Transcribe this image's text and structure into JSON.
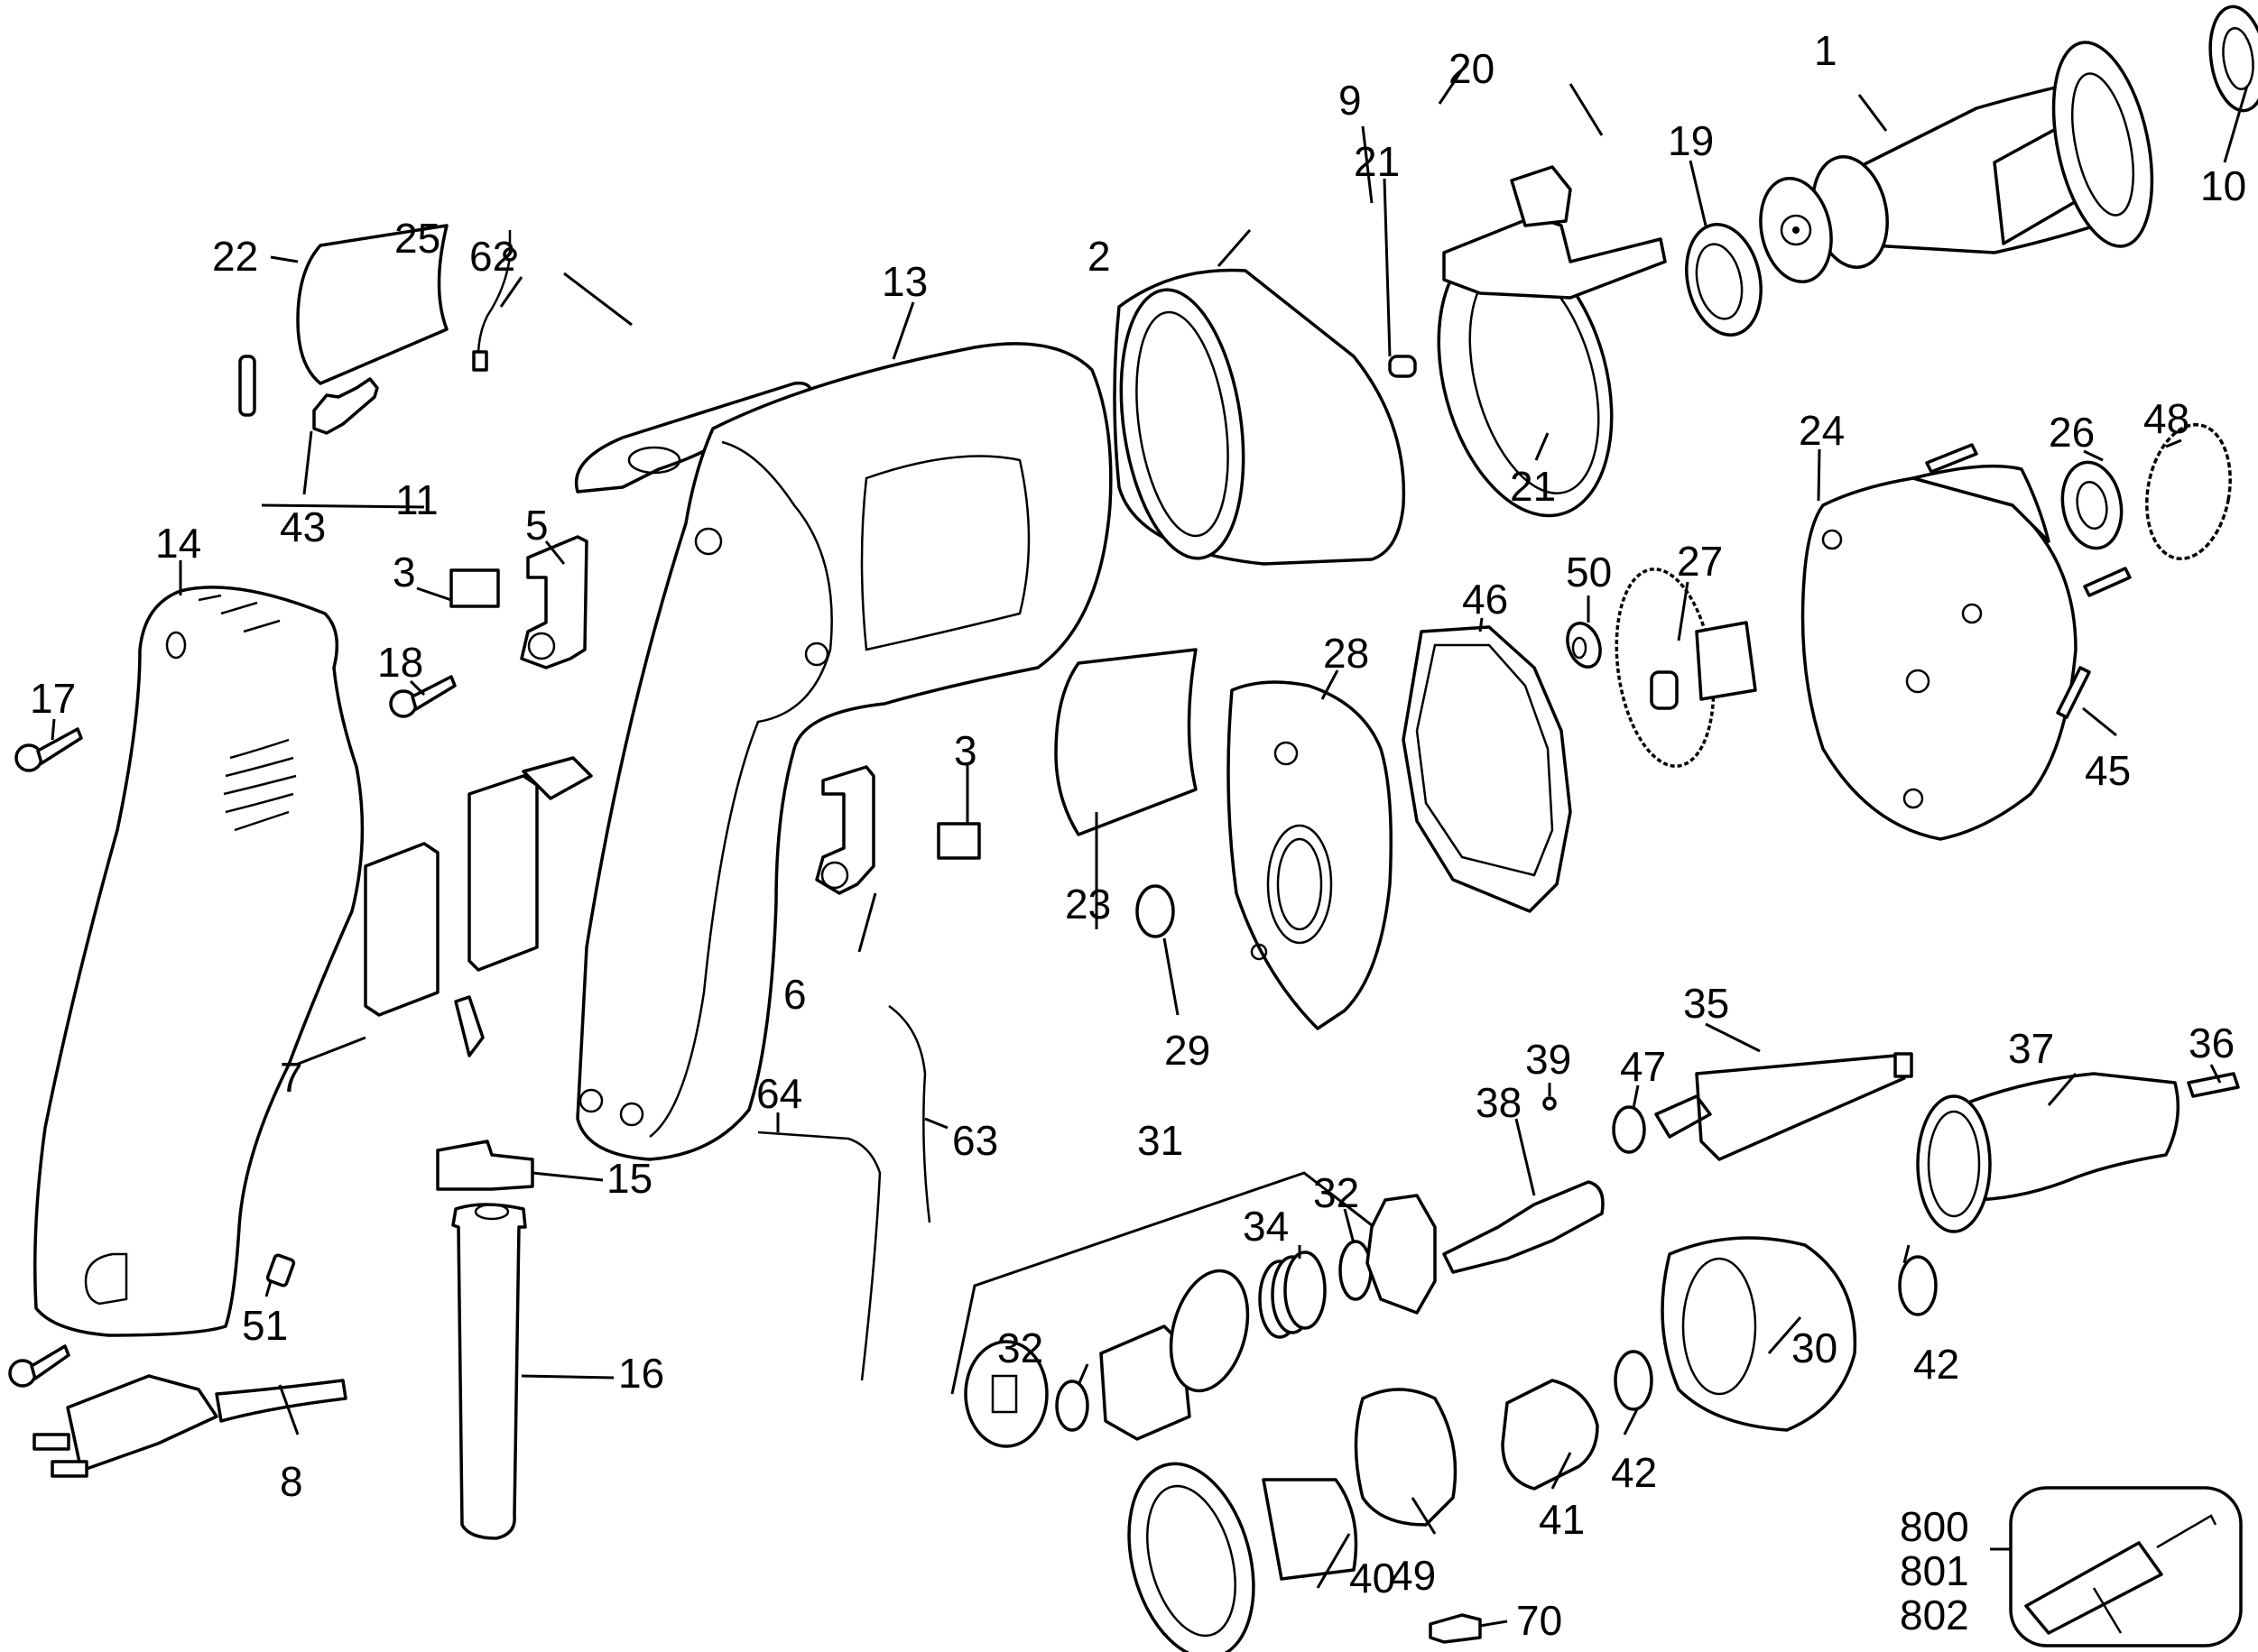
{
  "diagram": {
    "type": "exploded-parts-diagram",
    "subject": "power screwdriver / drywall screwgun",
    "ink_color": "#000000",
    "background_color": "#ffffff",
    "part_labels": [
      {
        "id": "p1",
        "text": "1"
      },
      {
        "id": "p2",
        "text": "2"
      },
      {
        "id": "p3a",
        "text": "3"
      },
      {
        "id": "p3b",
        "text": "3"
      },
      {
        "id": "p5",
        "text": "5"
      },
      {
        "id": "p6",
        "text": "6"
      },
      {
        "id": "p7",
        "text": "7"
      },
      {
        "id": "p8",
        "text": "8"
      },
      {
        "id": "p9",
        "text": "9"
      },
      {
        "id": "p10",
        "text": "10"
      },
      {
        "id": "p11",
        "text": "11"
      },
      {
        "id": "p13",
        "text": "13"
      },
      {
        "id": "p14",
        "text": "14"
      },
      {
        "id": "p15",
        "text": "15"
      },
      {
        "id": "p16",
        "text": "16"
      },
      {
        "id": "p17",
        "text": "17"
      },
      {
        "id": "p18",
        "text": "18"
      },
      {
        "id": "p19",
        "text": "19"
      },
      {
        "id": "p20",
        "text": "20"
      },
      {
        "id": "p21a",
        "text": "21"
      },
      {
        "id": "p21b",
        "text": "21"
      },
      {
        "id": "p22",
        "text": "22"
      },
      {
        "id": "p23",
        "text": "23"
      },
      {
        "id": "p24",
        "text": "24"
      },
      {
        "id": "p25",
        "text": "25"
      },
      {
        "id": "p26",
        "text": "26"
      },
      {
        "id": "p27",
        "text": "27"
      },
      {
        "id": "p28",
        "text": "28"
      },
      {
        "id": "p29",
        "text": "29"
      },
      {
        "id": "p30",
        "text": "30"
      },
      {
        "id": "p31",
        "text": "31"
      },
      {
        "id": "p32a",
        "text": "32"
      },
      {
        "id": "p32b",
        "text": "32"
      },
      {
        "id": "p34",
        "text": "34"
      },
      {
        "id": "p35",
        "text": "35"
      },
      {
        "id": "p36",
        "text": "36"
      },
      {
        "id": "p37",
        "text": "37"
      },
      {
        "id": "p38",
        "text": "38"
      },
      {
        "id": "p39",
        "text": "39"
      },
      {
        "id": "p40",
        "text": "40"
      },
      {
        "id": "p41",
        "text": "41"
      },
      {
        "id": "p42a",
        "text": "42"
      },
      {
        "id": "p42b",
        "text": "42"
      },
      {
        "id": "p43",
        "text": "43"
      },
      {
        "id": "p45",
        "text": "45"
      },
      {
        "id": "p46",
        "text": "46"
      },
      {
        "id": "p47",
        "text": "47"
      },
      {
        "id": "p48",
        "text": "48"
      },
      {
        "id": "p49",
        "text": "49"
      },
      {
        "id": "p50",
        "text": "50"
      },
      {
        "id": "p51",
        "text": "51"
      },
      {
        "id": "p62",
        "text": "62"
      },
      {
        "id": "p63",
        "text": "63"
      },
      {
        "id": "p64",
        "text": "64"
      },
      {
        "id": "p70",
        "text": "70"
      }
    ],
    "inset": {
      "labels": [
        "800",
        "801",
        "802"
      ],
      "depicts": "caulking-gun style applicator (service kit)"
    }
  }
}
